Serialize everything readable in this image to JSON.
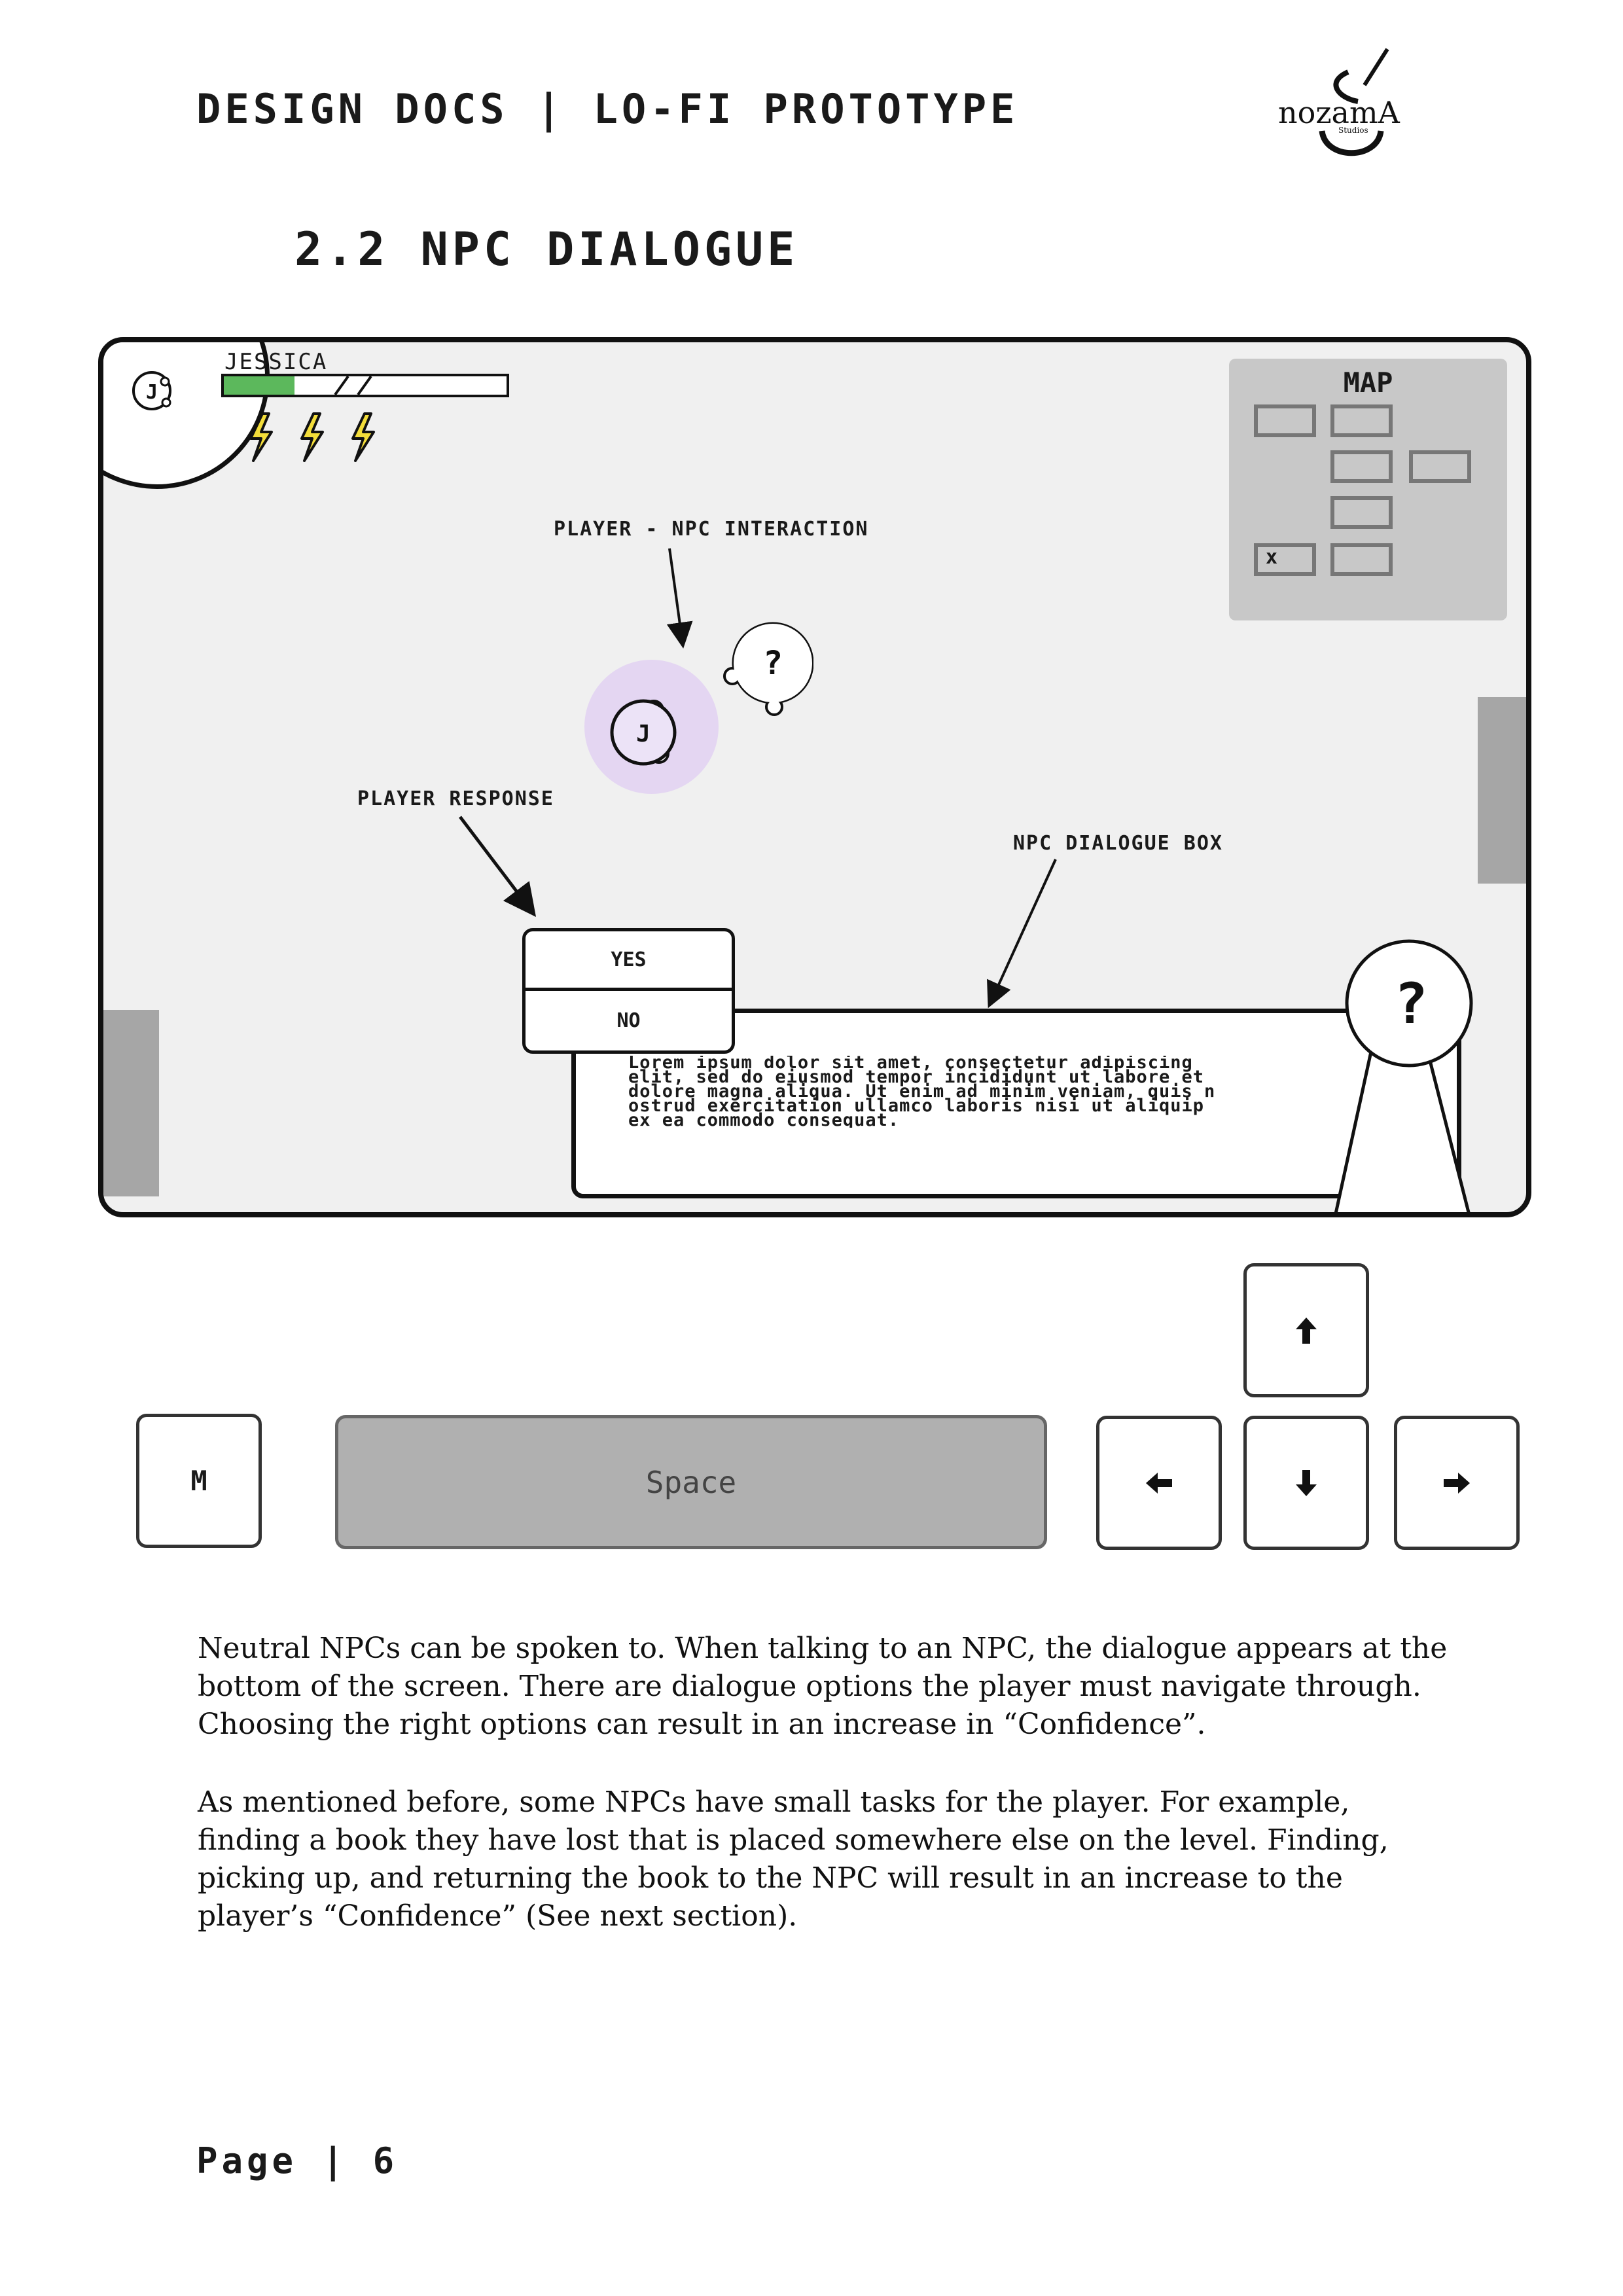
{
  "header": {
    "title": "DESIGN DOCS | LO-FI PROTOTYPE"
  },
  "section": {
    "title": "2.2 NPC DIALOGUE"
  },
  "logo": {
    "text": "nozamA",
    "subtext": "Studios"
  },
  "game": {
    "hud": {
      "avatar_letter": "J",
      "player_name": "JESSICA",
      "health_fraction": 0.25,
      "bolts": 3,
      "health_color": "#5cb85c"
    },
    "map": {
      "title": "MAP",
      "marker": "x"
    },
    "annotations": {
      "interaction": "PLAYER - NPC INTERACTION",
      "response": "PLAYER RESPONSE",
      "dialogue_box": "NPC DIALOGUE BOX"
    },
    "player_letter": "J",
    "npc_symbol": "?",
    "choices": {
      "yes": "YES",
      "no": "NO"
    },
    "dialogue_text": "Lorem ipsum dolor sit amet, consectetur adipiscing\nelit, sed do eiusmod tempor incididunt ut labore et\ndolore magna aliqua. Ut enim ad minim veniam, quis n\nostrud exercitation ullamco laboris nisi ut aliquip\nex ea commodo consequat.",
    "player_glow_color": "#e4d6f2"
  },
  "keys": {
    "m": "M",
    "space": "Space",
    "up_icon": "arrow-up",
    "left_icon": "arrow-left",
    "down_icon": "arrow-down",
    "right_icon": "arrow-right"
  },
  "body": {
    "paragraph_1": "Neutral NPCs can be spoken to. When talking to an NPC, the dialogue appears at the bottom of the screen. There are dialogue options the player must navigate through. Choosing the right options can result in an increase in “Confidence”.",
    "paragraph_2": "As mentioned before, some NPCs have small tasks for the player. For example, finding a book they have lost that is placed somewhere else on the level. Finding, picking up, and returning the book to the NPC will result in an increase to the player’s “Confidence” (See next section)."
  },
  "footer": {
    "page_label": "Page | 6"
  }
}
